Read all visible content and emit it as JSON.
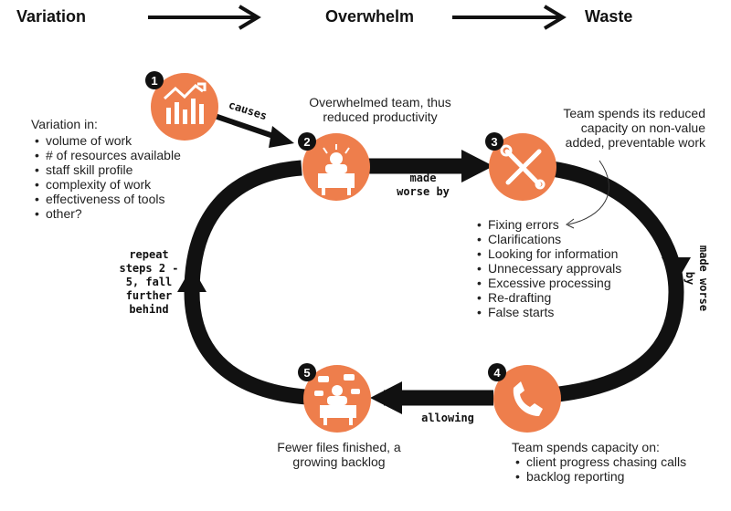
{
  "header": {
    "stage1": "Variation",
    "stage2": "Overwhelm",
    "stage3": "Waste"
  },
  "steps": [
    {
      "number": "1",
      "icon": "rising-chart-icon"
    },
    {
      "number": "2",
      "icon": "stressed-worker-icon"
    },
    {
      "number": "3",
      "icon": "tools-icon"
    },
    {
      "number": "4",
      "icon": "phone-icon"
    },
    {
      "number": "5",
      "icon": "busy-worker-icon"
    }
  ],
  "variation": {
    "title": "Variation in:",
    "items": [
      "volume of work",
      "# of resources available",
      "staff skill profile",
      "complexity of work",
      "effectiveness of tools",
      "other?"
    ]
  },
  "step2_caption": "Overwhelmed team, thus reduced productivity",
  "step3_caption": "Team spends its reduced capacity on non-value added, preventable work",
  "waste_items": [
    "Fixing errors",
    "Clarifications",
    "Looking for information",
    "Unnecessary approvals",
    "Excessive processing",
    "Re-drafting",
    "False starts"
  ],
  "step4_caption": {
    "title": "Team spends capacity on:",
    "items": [
      "client progress chasing calls",
      "backlog reporting"
    ]
  },
  "step5_caption": "Fewer files finished, a growing backlog",
  "arrow_labels": {
    "causes": "causes",
    "made_worse_by_top": "made worse by",
    "made_worse_by_right": "made worse by",
    "allowing": "allowing",
    "repeat": "repeat steps 2 - 5, fall further behind"
  },
  "colors": {
    "orange": "#ee7e4c",
    "black": "#111111",
    "white": "#ffffff"
  }
}
